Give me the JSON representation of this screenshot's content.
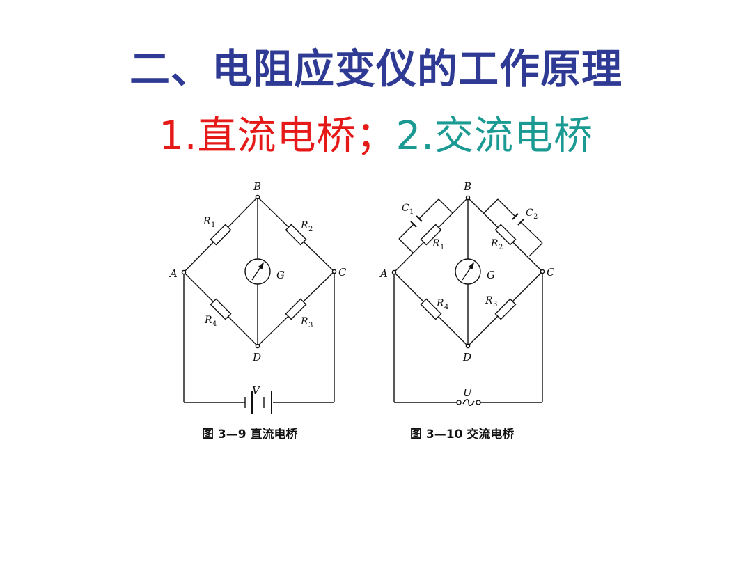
{
  "title": "二、电阻应变仪的工作原理",
  "subtitle": {
    "part1_number": "1.",
    "part1_text": "直流电桥",
    "separator": "；",
    "part2_number": "2.",
    "part2_text": "交流电桥"
  },
  "colors": {
    "title": "#2e3a93",
    "part1": "#e61919",
    "part2": "#1a9a93"
  },
  "dc_bridge": {
    "caption": "图 3—9   直流电桥",
    "nodes": {
      "top": "B",
      "left": "A",
      "right": "C",
      "bottom": "D"
    },
    "resistors": {
      "r1": "R",
      "r1_sub": "1",
      "r2": "R",
      "r2_sub": "2",
      "r3": "R",
      "r3_sub": "3",
      "r4": "R",
      "r4_sub": "4"
    },
    "meter": "G",
    "source": "V"
  },
  "ac_bridge": {
    "caption": "图 3—10   交流电桥",
    "nodes": {
      "top": "B",
      "left": "A",
      "right": "C",
      "bottom": "D"
    },
    "resistors": {
      "r1": "R",
      "r1_sub": "1",
      "r2": "R",
      "r2_sub": "2",
      "r3": "R",
      "r3_sub": "3",
      "r4": "R",
      "r4_sub": "4"
    },
    "capacitors": {
      "c1": "C",
      "c1_sub": "1",
      "c2": "C",
      "c2_sub": "2"
    },
    "meter": "G",
    "source": "U"
  }
}
